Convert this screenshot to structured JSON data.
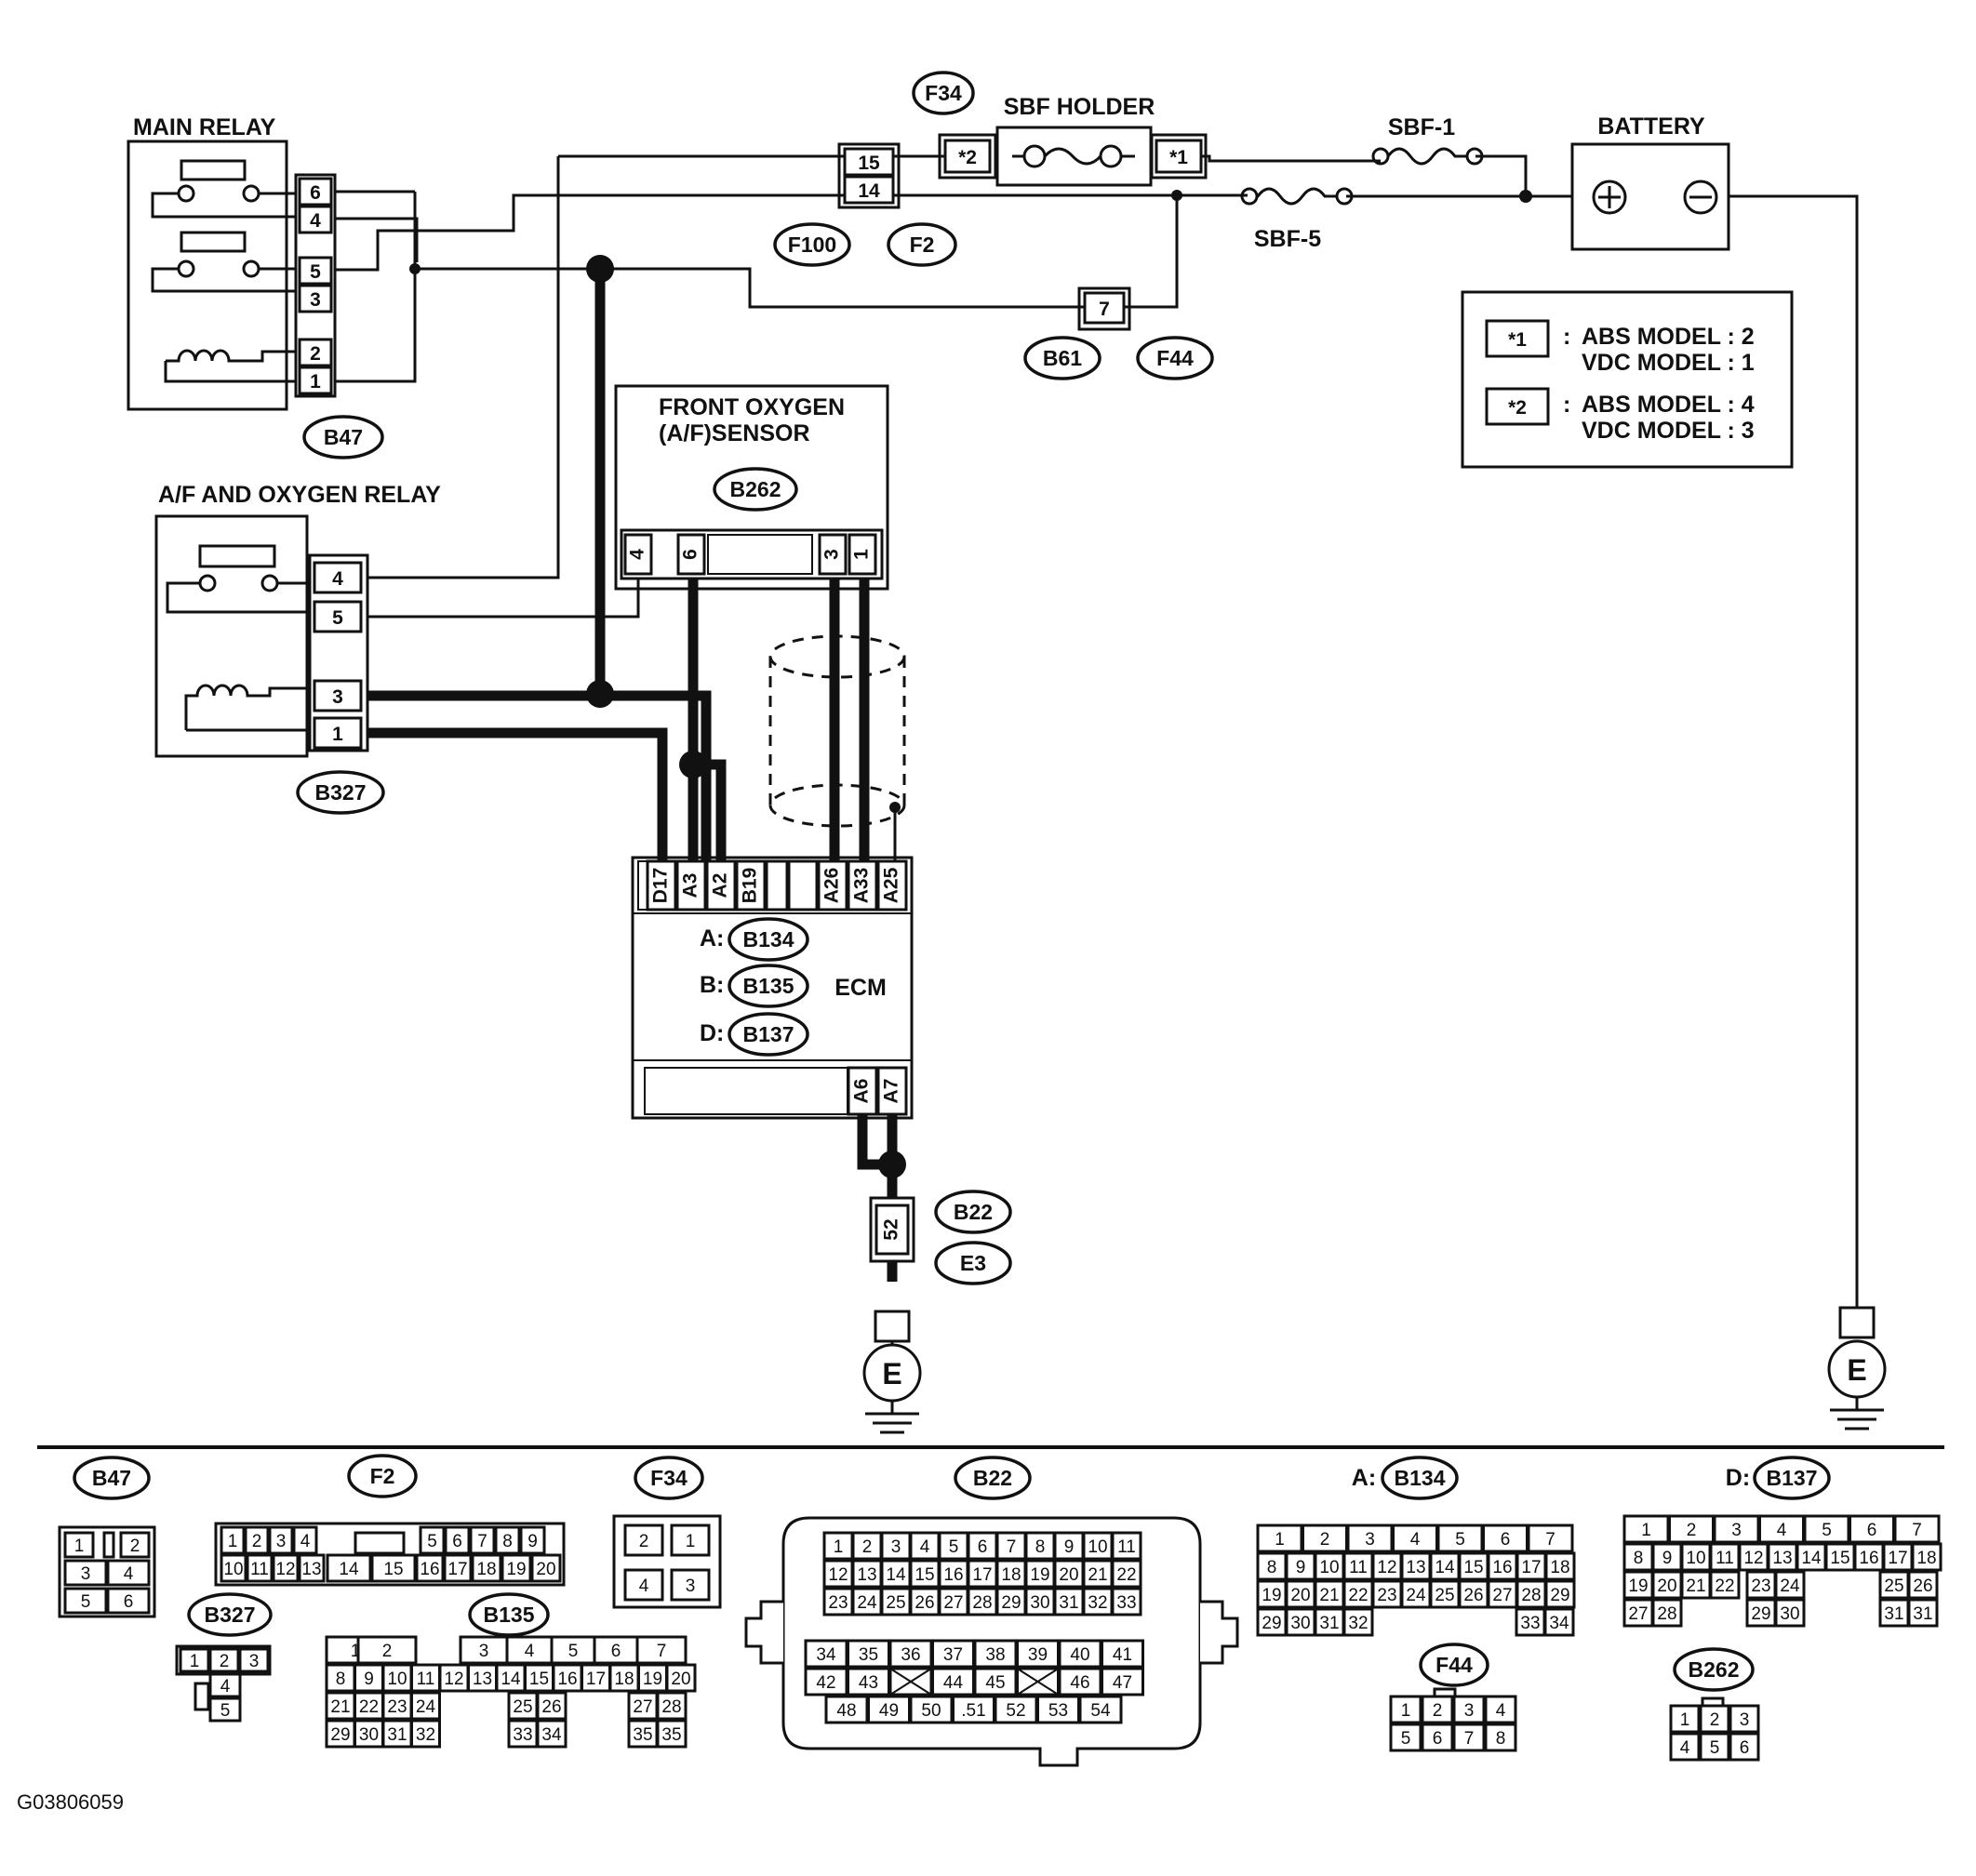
{
  "components": {
    "main_relay": "MAIN RELAY",
    "sbf_holder": "SBF HOLDER",
    "sbf1": "SBF-1",
    "sbf5": "SBF-5",
    "battery": "BATTERY",
    "af_relay": "A/F AND OXYGEN RELAY",
    "sensor_line1": "FRONT OXYGEN",
    "sensor_line2": "(A/F)SENSOR",
    "ecm": "ECM",
    "ground": "E"
  },
  "connectors": {
    "B47": "B47",
    "F34": "F34",
    "F100": "F100",
    "F2": "F2",
    "B61": "B61",
    "F44": "F44",
    "B262": "B262",
    "B327": "B327",
    "B134": "B134",
    "B135": "B135",
    "B137": "B137",
    "B22": "B22",
    "E3": "E3"
  },
  "ecm_prefixes": {
    "a": "A:",
    "b": "B:",
    "d": "D:"
  },
  "pins": {
    "main_relay": [
      "6",
      "4",
      "5",
      "3",
      "2",
      "1"
    ],
    "af_relay": [
      "4",
      "5",
      "3",
      "1"
    ],
    "f2": [
      "15",
      "14"
    ],
    "sbf_holder": [
      "*2",
      "*1"
    ],
    "b61": "7",
    "sensor": [
      "4",
      "6",
      "3",
      "1"
    ],
    "ecm_top": [
      "D17",
      "A3",
      "A2",
      "B19",
      "A26",
      "A33",
      "A25"
    ],
    "ecm_bottom": [
      "A6",
      "A7"
    ],
    "b22": "52"
  },
  "legend": {
    "rows": [
      {
        "key": "*1",
        "line1": "ABS MODEL : 2",
        "line2": "VDC MODEL : 1"
      },
      {
        "key": "*2",
        "line1": "ABS MODEL : 4",
        "line2": "VDC MODEL : 3"
      }
    ],
    "separator": ":"
  },
  "connector_views": {
    "b47": [
      "1",
      "2",
      "3",
      "4",
      "5",
      "6"
    ],
    "b327": [
      "1",
      "2",
      "3",
      "4",
      "5"
    ],
    "f2": [
      "1",
      "2",
      "3",
      "4",
      "5",
      "6",
      "7",
      "8",
      "9",
      "10",
      "11",
      "12",
      "13",
      "14",
      "15",
      "16",
      "17",
      "18",
      "19",
      "20"
    ],
    "f34": [
      "2",
      "1",
      "4",
      "3"
    ],
    "b135": [
      "1",
      "2",
      "3",
      "4",
      "5",
      "6",
      "7",
      "8",
      "9",
      "10",
      "11",
      "12",
      "13",
      "14",
      "15",
      "16",
      "17",
      "18",
      "19",
      "20",
      "21",
      "22",
      "23",
      "24",
      "25",
      "26",
      "27",
      "28",
      "29",
      "30",
      "31",
      "32",
      "33",
      "34",
      "35"
    ],
    "b22": [
      "1",
      "2",
      "3",
      "4",
      "5",
      "6",
      "7",
      "8",
      "9",
      "10",
      "11",
      "12",
      "13",
      "14",
      "15",
      "16",
      "17",
      "18",
      "19",
      "20",
      "21",
      "22",
      "23",
      "24",
      "25",
      "26",
      "27",
      "28",
      "29",
      "30",
      "31",
      "32",
      "33",
      "34",
      "35",
      "36",
      "37",
      "38",
      "39",
      "40",
      "41",
      "42",
      "43",
      "44",
      "45",
      "46",
      "47",
      "48",
      "49",
      "50",
      ".51",
      "52",
      "53",
      "54"
    ],
    "b134": [
      "1",
      "2",
      "3",
      "4",
      "5",
      "6",
      "7",
      "8",
      "9",
      "10",
      "11",
      "12",
      "13",
      "14",
      "15",
      "16",
      "17",
      "18",
      "19",
      "20",
      "21",
      "22",
      "23",
      "24",
      "25",
      "26",
      "27",
      "28",
      "29",
      "30",
      "31",
      "32",
      "33",
      "34"
    ],
    "f44": [
      "1",
      "2",
      "3",
      "4",
      "5",
      "6",
      "7",
      "8"
    ],
    "b137": [
      "1",
      "2",
      "3",
      "4",
      "5",
      "6",
      "7",
      "8",
      "9",
      "10",
      "11",
      "12",
      "13",
      "14",
      "15",
      "16",
      "17",
      "18",
      "19",
      "20",
      "21",
      "22",
      "23",
      "24",
      "25",
      "26",
      "27",
      "28",
      "29",
      "30",
      "31"
    ],
    "b262": [
      "1",
      "2",
      "3",
      "4",
      "5",
      "6"
    ]
  },
  "figure_code": "G03806059"
}
